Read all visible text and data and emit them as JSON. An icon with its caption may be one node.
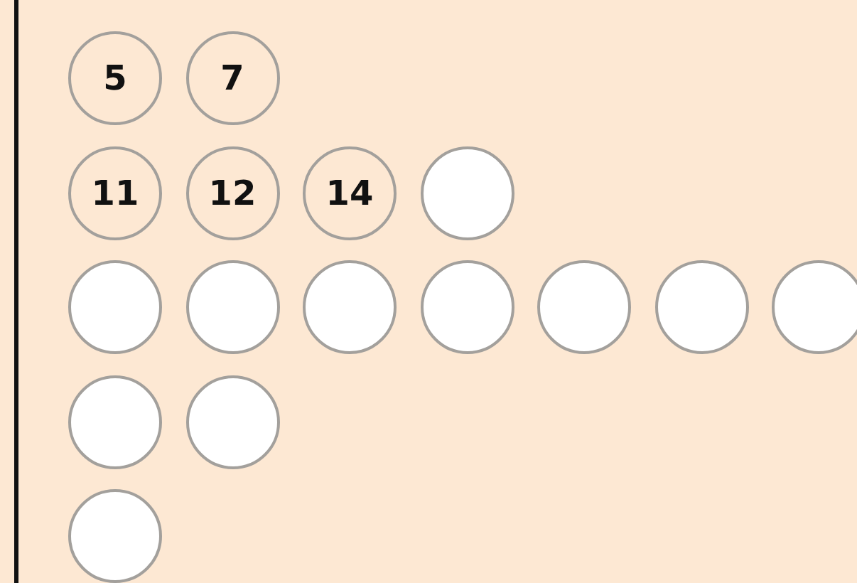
{
  "diagram": {
    "nodes": [
      {
        "text": [
          "5"
        ]
      },
      {
        "text": [
          "7"
        ]
      },
      {
        "text": [
          "11"
        ]
      },
      {
        "text": [
          "12"
        ]
      },
      {
        "text": [
          "14"
        ]
      },
      {
        "text": [],
        "shape": "circle"
      },
      {
        "text": [],
        "shape": "circle"
      },
      {
        "text": [],
        "shape": "circle"
      },
      {
        "text": [],
        "shape": "circle"
      },
      {
        "text": [],
        "shape": "circle"
      },
      {
        "text": [],
        "shape": "circle"
      },
      {
        "text": [],
        "shape": "circle"
      },
      {
        "text": [],
        "shape": "circle"
      },
      {
        "text": [],
        "shape": "circle"
      },
      {
        "text": [],
        "shape": "circle"
      },
      {
        "text": [],
        "shape": "circle"
      }
    ]
  }
}
